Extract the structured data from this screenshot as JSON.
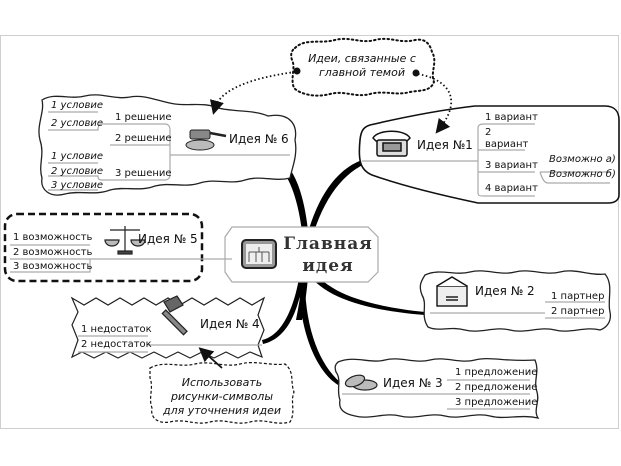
{
  "central": {
    "title_line1": "Главная",
    "title_line2": "идея",
    "icon": "org-chart-icon"
  },
  "ideas": {
    "idea1": {
      "title": "Идея №1",
      "icon": "telephone-icon",
      "items": [
        "1 вариант",
        "2",
        "вариант",
        "3 вариант",
        "4 вариант"
      ],
      "sub": [
        "Возможно а)",
        "Возможно б)"
      ]
    },
    "idea2": {
      "title": "Идея № 2",
      "icon": "envelope-icon",
      "items": [
        "1 партнер",
        "2 партнер"
      ]
    },
    "idea3": {
      "title": "Идея № 3",
      "icon": "coins-icon",
      "items": [
        "1 предложение",
        "2 предложение",
        "3 предложение"
      ]
    },
    "idea4": {
      "title": "Идея № 4",
      "icon": "hammer-icon",
      "items": [
        "1 недостаток",
        "2 недостаток"
      ]
    },
    "idea5": {
      "title": "Идея № 5",
      "icon": "scales-icon",
      "items": [
        "1 возможность",
        "2 возможность",
        "3 возможность"
      ]
    },
    "idea6": {
      "title": "Идея № 6",
      "icon": "tank-icon",
      "solutions": [
        "1 решение",
        "2 решение",
        "3 решение"
      ],
      "conditions_a": [
        "1 условие",
        "2 условие"
      ],
      "conditions_b": [
        "1 условие",
        "2 условие",
        "3 условие"
      ]
    }
  },
  "callouts": {
    "top": {
      "line1": "Идеи, связанные с",
      "line2": "главной темой"
    },
    "bottom": {
      "line1": "Использовать",
      "line2": "рисунки-символы",
      "line3": "для уточнения идеи"
    }
  }
}
